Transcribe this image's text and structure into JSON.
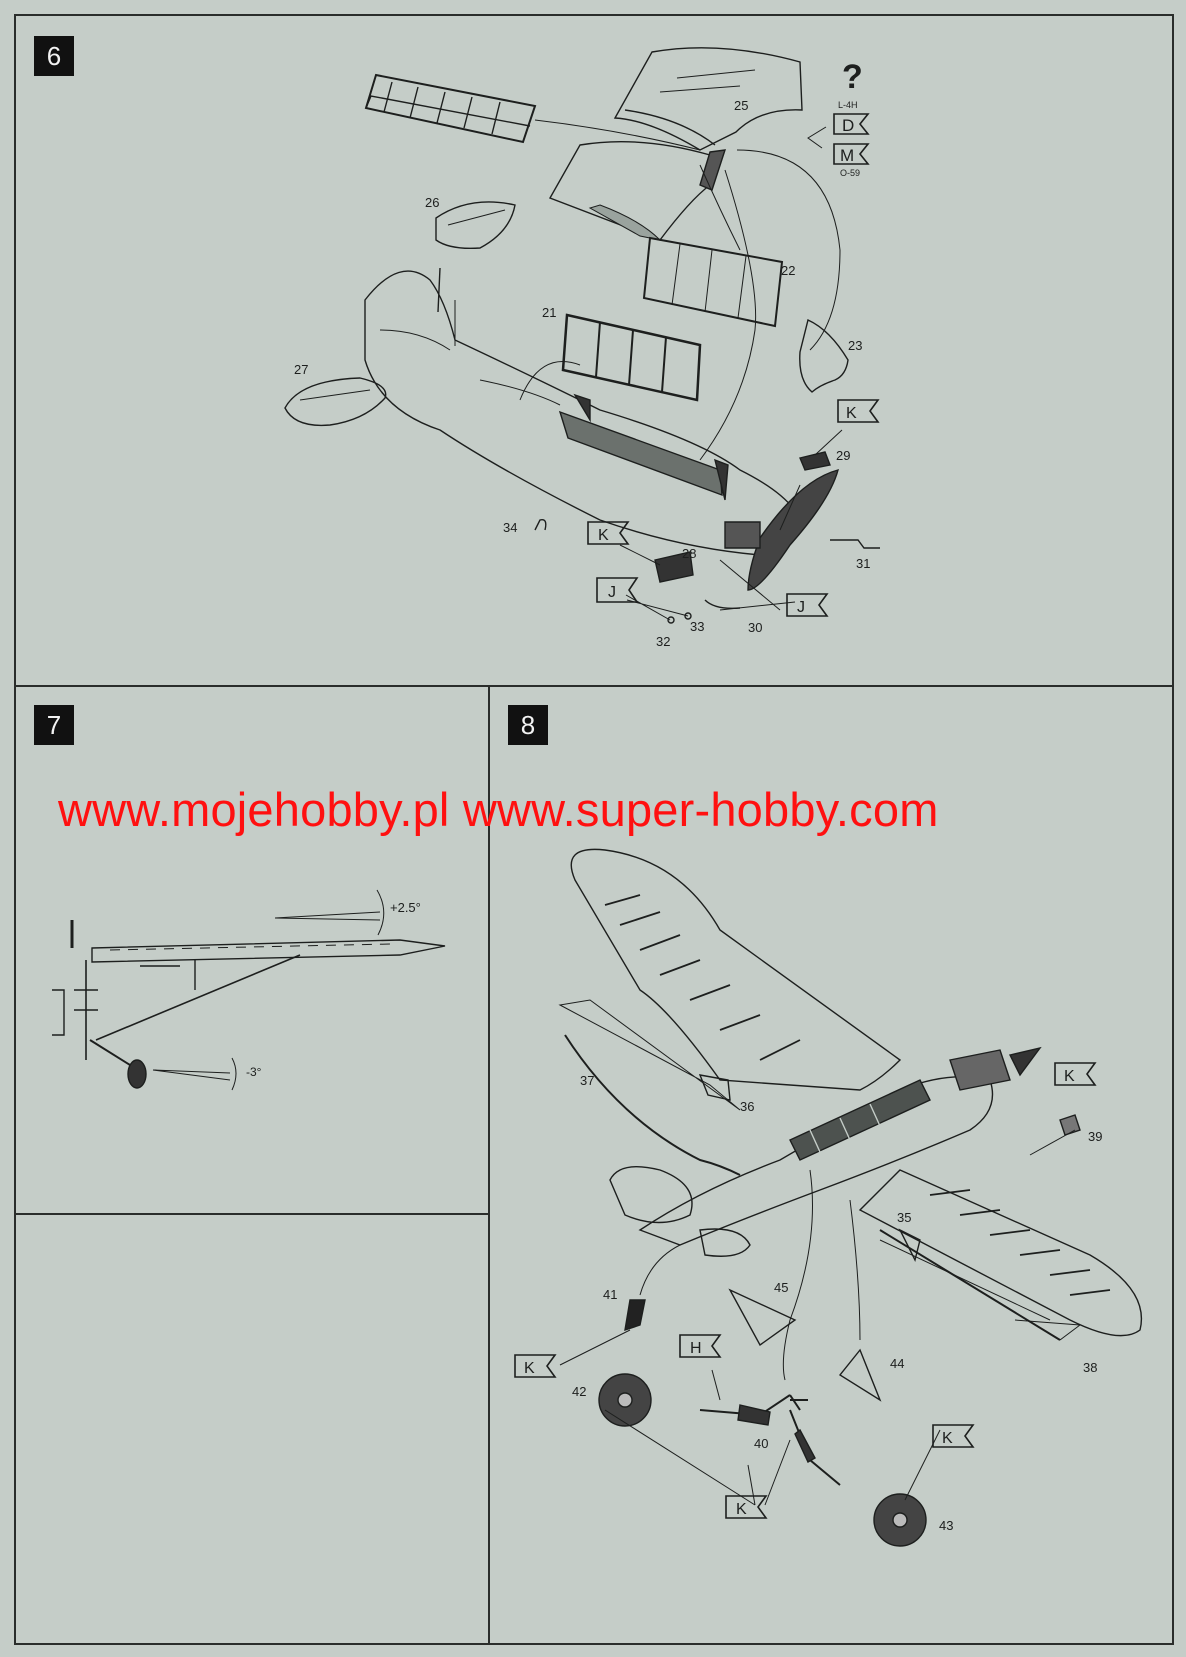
{
  "steps": {
    "step6": {
      "number": "6",
      "part_labels": [
        "21",
        "22",
        "23",
        "25",
        "26",
        "27",
        "28",
        "29",
        "30",
        "31",
        "32",
        "33",
        "34"
      ],
      "question_mark": "?",
      "variant_top": "L-4H",
      "variant_bottom": "O-59",
      "sprue_codes": {
        "d": "D",
        "m": "M",
        "k1": "K",
        "k2": "K",
        "j1": "J",
        "j2": "J"
      }
    },
    "step7": {
      "number": "7",
      "angle_top": "+2.5°",
      "angle_bottom": "-3°"
    },
    "step8": {
      "number": "8",
      "part_labels": [
        "35",
        "36",
        "37",
        "38",
        "39",
        "40",
        "41",
        "42",
        "43",
        "44",
        "45"
      ],
      "sprue_codes": {
        "k1": "K",
        "k2": "K",
        "k3": "K",
        "k4": "K",
        "h": "H"
      }
    }
  },
  "watermark": "www.mojehobby.pl www.super-hobby.com",
  "colors": {
    "paper": "#c5cdc8",
    "ink": "#1d1f1e",
    "watermark": "#ff1010",
    "badge": "#111111"
  }
}
